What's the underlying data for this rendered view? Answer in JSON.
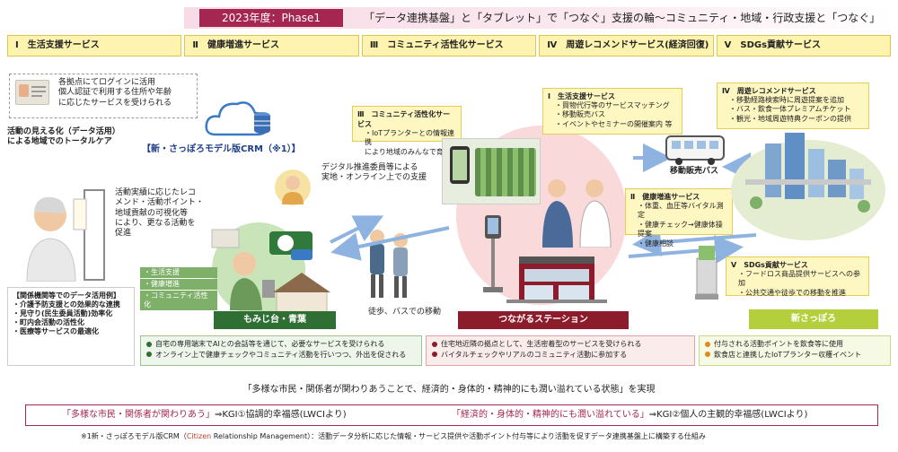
{
  "header": {
    "phase": "2023年度：Phase1",
    "title": "「データ連携基盤」と「タブレット」で「つなぐ」支援の輪～コミュニティ・地域・行政支援と「つなぐ」"
  },
  "services": [
    "Ⅰ　生活支援サービス",
    "Ⅱ　健康増進サービス",
    "Ⅲ　コミュニティ活性化サービス",
    "Ⅳ　周遊レコメンドサービス(経済回復)",
    "Ⅴ　SDGs貢献サービス"
  ],
  "login_note": "各拠点にてログインに活用\n個人認証で利用する住所や年齢\nに応じたサービスを受けられる",
  "visualization_note": "活動の見える化（データ活用）\nによる地域でのトータルケア",
  "crm_label": "【新・さっぽろモデル版CRM（※1）】",
  "left_note": "活動実績に応じたレコ\nメンド・活動ポイント・\n地域貢献の可視化等\nにより、更なる活動を\n促進",
  "digital_note": "デジタル推進委員等による\n実地・オンライン上での支援",
  "tablet_services": [
    "・生活支援",
    "・健康増進",
    "・コミュニティ活性化"
  ],
  "case_box": {
    "title": "【関係機関等でのデータ活用例】",
    "items": [
      "・介護予防支援との効果的な連携",
      "・見守り(民生委員活動)効率化",
      "・町内会活動の活性化",
      "・医療等サービスの最適化"
    ]
  },
  "community_box": {
    "title": "Ⅲ　コミュニティ活性化サービス",
    "items": [
      "・IoTプランターとの情報連携",
      "により地域のみんなで育成"
    ]
  },
  "life_box": {
    "title": "Ⅰ　生活支援サービス",
    "items": [
      "・買物代行等のサービスマッチング",
      "・移動販売バス",
      "・イベントやセミナーの開催案内 等"
    ]
  },
  "health_box": {
    "title": "Ⅱ　健康増進サービス",
    "items": [
      "・体重、血圧等バイタル測定",
      "・健康チェック→健康体操提案",
      "・健康相談"
    ]
  },
  "tour_box": {
    "title": "Ⅳ　周遊レコメンドサービス",
    "items": [
      "・移動経路検索時に周遊提案を追加",
      "・バス・飲食一体プレミアムチケット",
      "・観光・地域周遊特典クーポンの提供"
    ]
  },
  "sdgs_box": {
    "title": "Ⅴ　SDGs貢献サービス",
    "items": [
      "・フードロス商品提供サービスへの参加",
      "・公共交通や徒歩での移動を推進"
    ]
  },
  "bus_label": "移動販売バス",
  "walk_label": "徒歩、バスでの移動",
  "area_titles": [
    "もみじ台・青葉",
    "つながるステーション",
    "新さっぽろ"
  ],
  "area_bullets": {
    "left": [
      "自宅の専用端末でAIとの会話等を通じて、必要なサービスを受けられる",
      "オンライン上で健康チェックやコミュニティ活動を行いつつ、外出を促される"
    ],
    "center": [
      "住宅地近隣の拠点として、生活密着型のサービスを受けられる",
      "バイタルチェックやリアルのコミュニティ活動に参加する"
    ],
    "right": [
      "付与される活動ポイントを飲食等に使用",
      "飲食店と連携したIoTプランター収穫イベント"
    ]
  },
  "statement": "「多様な市民・関係者が関わりあうことで、経済的・身体的・精神的にも潤い溢れている状態」を実現",
  "kgi": {
    "left_quote": "「多様な市民・関係者が関わりあう」",
    "left_kgi": "⇒KGI①協調的幸福感(LWCIより)",
    "right_quote": "「経済的・身体的・精神的にも潤い溢れている」",
    "right_kgi": "⇒KGI②個人の主観的幸福感(LWCIより)"
  },
  "footnote": {
    "prefix": "※1新・さっぽろモデル版CRM（",
    "highlight": "Citizen",
    "suffix": " Relationship Management）：活動データ分析に応じた情報・サービス提供や活動ポイント付与等により活動を促すデータ連携基盤上に構築する仕組み"
  },
  "colors": {
    "phase": "#a52650",
    "service_bar": "#fff3b0",
    "green": "#2f6f33",
    "red": "#8c1c2b",
    "lime": "#b5cf3c",
    "crm_blue": "#1f3f8a"
  }
}
